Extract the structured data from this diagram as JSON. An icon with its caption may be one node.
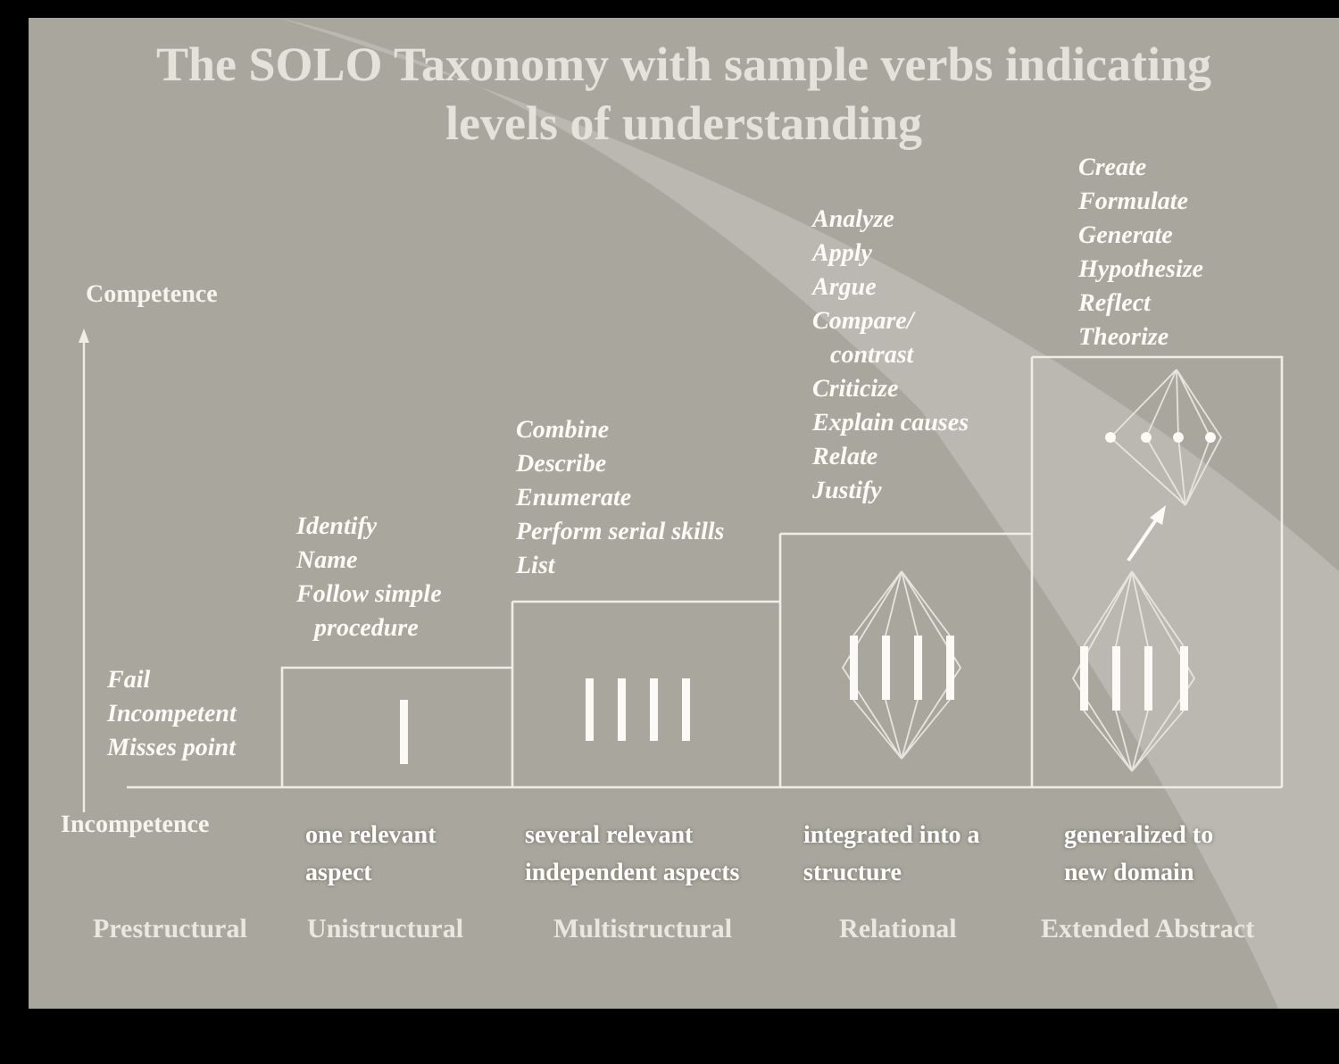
{
  "diagram": {
    "title": "The SOLO Taxonomy with sample verbs indicating levels of understanding",
    "labels": [
      "Competence",
      "Fail",
      "Incompetent",
      "Misses point",
      "Identify",
      "Name",
      "Follow simple procedure",
      "Combine",
      "Describe",
      "Enumerate",
      "Perform serial skills",
      "List",
      "Analyze",
      "Apply",
      "Argue",
      "Compare/ contrast",
      "Criticize",
      "Explain causes",
      "Relate",
      "Justify",
      "Create",
      "Formulate",
      "Generate",
      "Hypothesize",
      "Reflect",
      "Theorize",
      "Incompetence",
      "one relevant aspect",
      "several relevant independent aspects",
      "integrated into a structure",
      "generalized to new domain",
      "Prestructural",
      "Unistructural",
      "Multistructural",
      "Relational",
      "Extended Abstract"
    ]
  }
}
